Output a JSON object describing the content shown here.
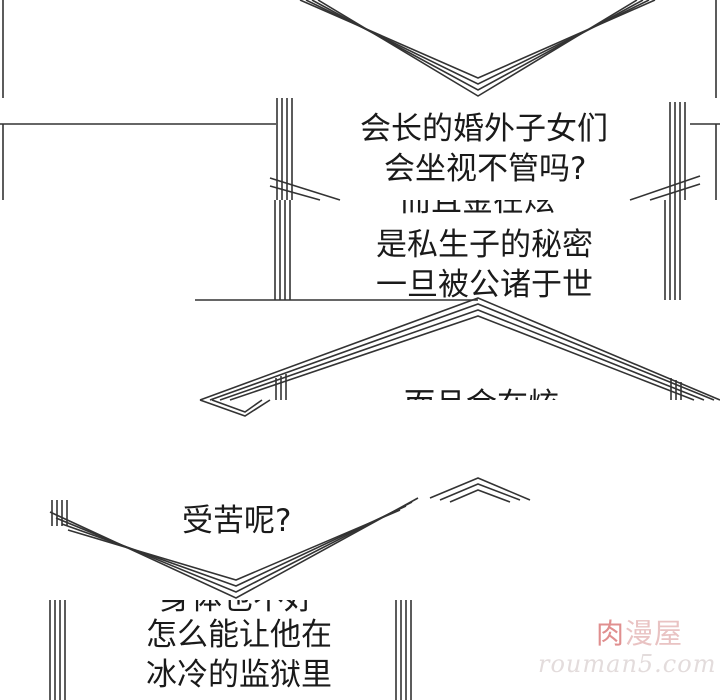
{
  "panels": [
    {
      "lines": [
        "会长的婚外子女们",
        "会坐视不管吗?"
      ]
    },
    {
      "lines": [
        "而且金在炫",
        "是私生子的秘密",
        "一旦被公诸于世"
      ]
    },
    {
      "lines": [
        "而且金在炫"
      ]
    },
    {
      "lines": [
        "受苦呢?"
      ]
    },
    {
      "lines": [
        "身体也不好",
        "怎么能让他在",
        "冰冷的监狱里"
      ]
    }
  ],
  "watermark": {
    "site_first": "肉",
    "site_rest": "漫屋",
    "url": "rouman5.com"
  }
}
